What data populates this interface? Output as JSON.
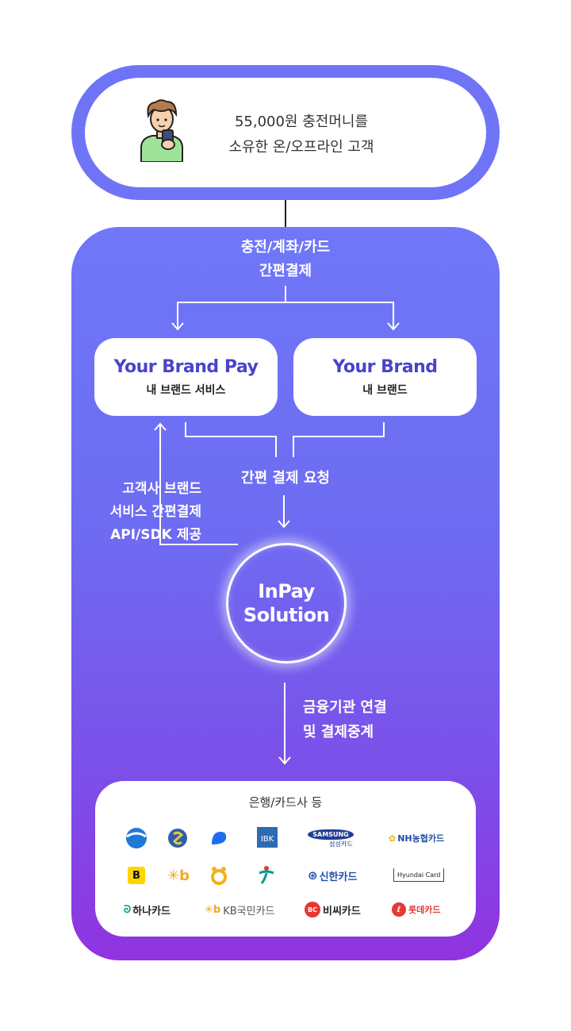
{
  "customer": {
    "line1": "55,000원 충전머니를",
    "line2": "소유한 온/오프라인 고객"
  },
  "payment_methods": {
    "line1": "충전/계좌/카드",
    "line2": "간편결제"
  },
  "brand_pay": {
    "title": "Your Brand Pay",
    "subtitle": "내 브랜드 서비스"
  },
  "brand": {
    "title": "Your Brand",
    "subtitle": "내 브랜드"
  },
  "request_label": "간편 결제 요청",
  "provide_label": {
    "line1": "고객사 브랜드",
    "line2": "서비스 간편결제",
    "line3": "API/SDK 제공"
  },
  "solution": {
    "line1": "InPay",
    "line2": "Solution"
  },
  "finance_label": {
    "line1": "금융기관 연결",
    "line2": "및 결제중계"
  },
  "banks": {
    "title": "은행/카드사 등",
    "logos": {
      "samsung": "SAMSUNG",
      "samsung_sub": "삼성카드",
      "nh": "NH농협카드",
      "shinhan": "신한카드",
      "hyundai": "Hyundai Card",
      "hana": "하나카드",
      "kb": "KB국민카드",
      "bc": "비씨카드",
      "lotte": "롯데카드",
      "b": "B"
    }
  },
  "colors": {
    "frame": "#6f74f7",
    "brand_text": "#4b43c9",
    "panel_bottom": "#9033e0"
  }
}
